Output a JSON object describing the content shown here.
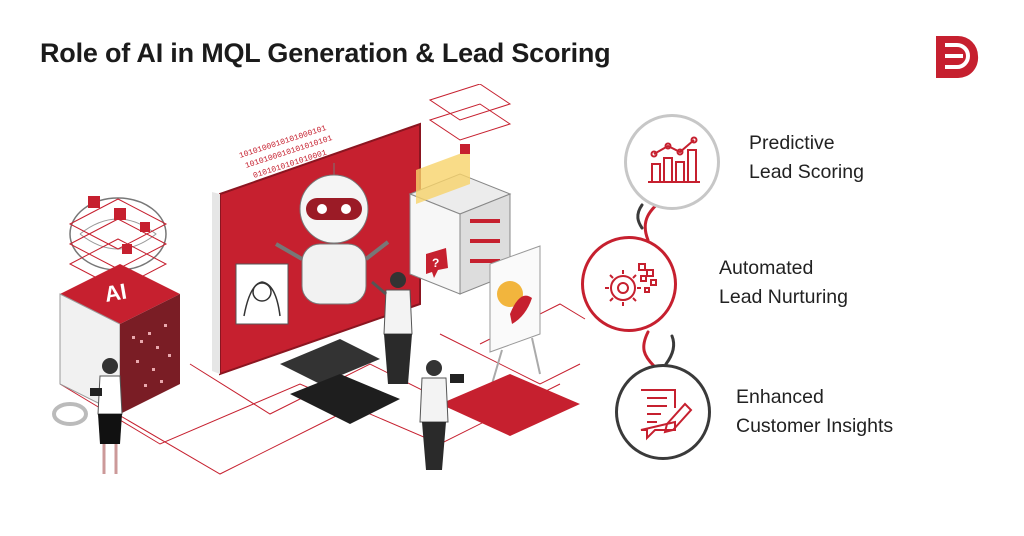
{
  "title": "Role of AI in MQL Generation & Lead Scoring",
  "colors": {
    "accent": "#c6202f",
    "dark": "#3a3a3a",
    "grey": "#bdbdbd",
    "text": "#1b1b1b"
  },
  "features": [
    {
      "line1": "Predictive",
      "line2": "Lead Scoring",
      "icon": "bar-chart-icon",
      "ring": "#c7c7c7"
    },
    {
      "line1": "Automated",
      "line2": "Lead Nurturing",
      "icon": "gear-automation-icon",
      "ring": "#c6202f"
    },
    {
      "line1": "Enhanced",
      "line2": "Customer Insights",
      "icon": "document-edit-icon",
      "ring": "#3a3a3a"
    }
  ],
  "illustration": {
    "ai_label": "AI",
    "binary_text": [
      "1010100010101000101",
      "1010100010101010101",
      "0101010101010001"
    ],
    "question_mark": "?"
  }
}
